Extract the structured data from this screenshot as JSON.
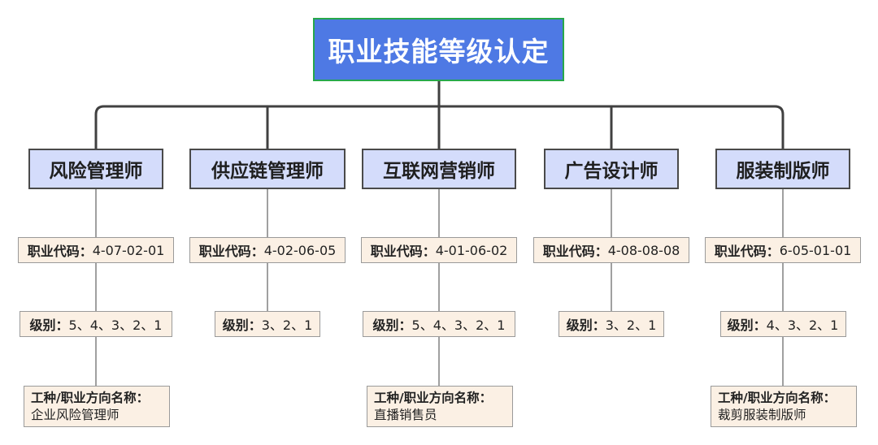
{
  "root_title": "职业技能等级认定",
  "code_label": "职业代码：",
  "level_label": "级别：",
  "type_label": "工种/职业方向名称：",
  "colors": {
    "root_fill": "#4e79e4",
    "root_border": "#27a84a",
    "title_fill": "#d4dcfb",
    "tag_fill": "#fbf0e4",
    "connector": "#404040"
  },
  "occupations": [
    {
      "title": "风险管理师",
      "code": "4-07-02-01",
      "levels": "5、4、3、2、1",
      "type_name": "企业风险管理师"
    },
    {
      "title": "供应链管理师",
      "code": "4-02-06-05",
      "levels": "3、2、1"
    },
    {
      "title": "互联网营销师",
      "code": "4-01-06-02",
      "levels": "5、4、3、2、1",
      "type_name": "直播销售员"
    },
    {
      "title": "广告设计师",
      "code": "4-08-08-08",
      "levels": "3、2、1"
    },
    {
      "title": "服装制版师",
      "code": "6-05-01-01",
      "levels": "4、3、2、1",
      "type_name": "裁剪服装制版师"
    }
  ]
}
